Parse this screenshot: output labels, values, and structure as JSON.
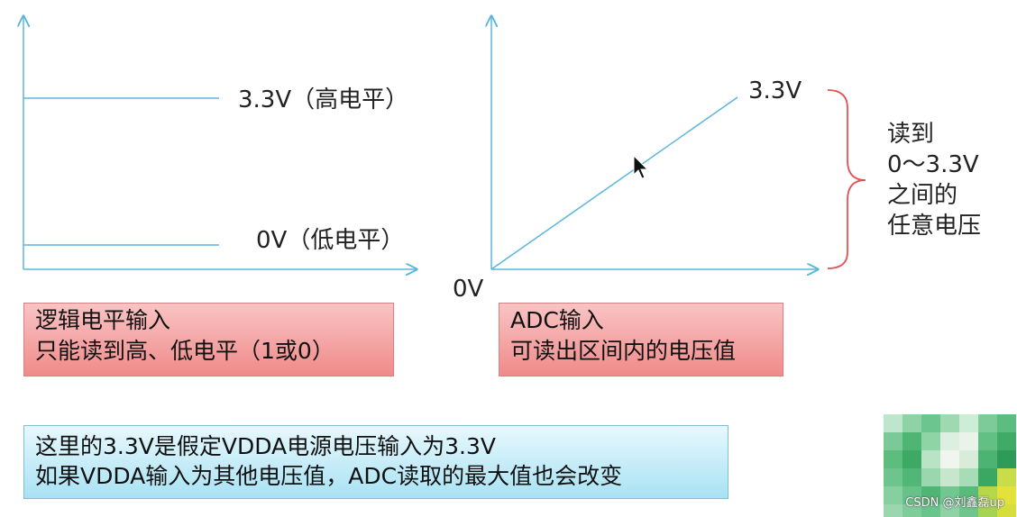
{
  "left_panel": {
    "high_label": "3.3V（高电平）",
    "low_label": "0V（低电平）",
    "box_lines": [
      "逻辑电平输入",
      "只能读到高、低电平（1或0）"
    ]
  },
  "right_panel": {
    "top_label": "3.3V",
    "origin_label": "0V",
    "side_note_lines": [
      "读到",
      "0～3.3V",
      "之间的",
      "任意电压"
    ],
    "box_lines": [
      "ADC输入",
      "可读出区间内的电压值"
    ]
  },
  "note": {
    "lines": [
      "这里的3.3V是假定VDDA电源电压输入为3.3V",
      "如果VDDA输入为其他电压值，ADC读取的最大值也会改变"
    ]
  },
  "watermark": "CSDN @刘鑫磊up",
  "colors": {
    "axis": "#5bb5dd",
    "brace": "#e05555",
    "red_box": "#f08a8a",
    "blue_box": "#a8e2f3"
  }
}
